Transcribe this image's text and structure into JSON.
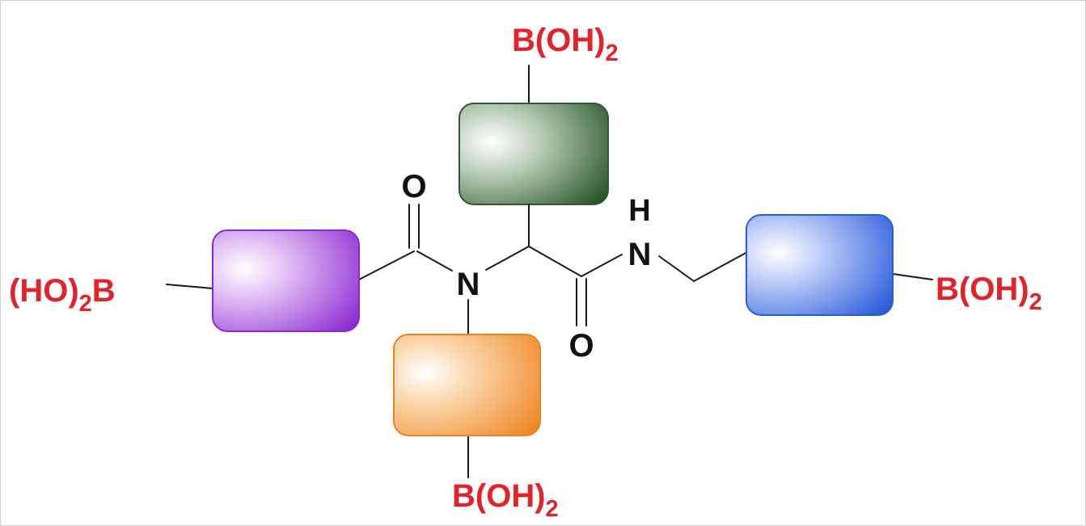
{
  "groups": {
    "top": {
      "label_main": "B(OH)",
      "label_sub": "2",
      "color": "#3a6b3a"
    },
    "left": {
      "label_main": "(HO)",
      "label_sub": "2",
      "label_tail": "B",
      "color": "#9b3fd6"
    },
    "bottom": {
      "label_main": "B(OH)",
      "label_sub": "2",
      "color": "#f0912c"
    },
    "right": {
      "label_main": "B(OH)",
      "label_sub": "2",
      "color": "#3b6fe0"
    }
  },
  "atoms": {
    "carbonyl_o_top": "O",
    "carbonyl_o_bottom": "O",
    "nitrogen_tertiary": "N",
    "nitrogen_amide": "N",
    "amide_h": "H"
  },
  "colors": {
    "boronic_acid_label": "#e4222a",
    "atom_label": "#111111"
  }
}
